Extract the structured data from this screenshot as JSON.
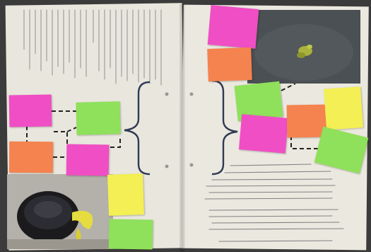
{
  "image": {
    "colors": {
      "background": "#3b3b3b",
      "page": "#e9e6dd",
      "ink": "#3a3a44",
      "note_magenta": "#f04ec4",
      "note_green": "#8fe05a",
      "note_orange": "#f5834f",
      "note_yellow": "#f3ef54"
    },
    "notes": [
      {
        "id": "left-magenta-1",
        "color": "magenta"
      },
      {
        "id": "left-green-1",
        "color": "green"
      },
      {
        "id": "left-orange-1",
        "color": "orange"
      },
      {
        "id": "left-magenta-2",
        "color": "magenta"
      },
      {
        "id": "left-yellow-1",
        "color": "yellow"
      },
      {
        "id": "left-green-2",
        "color": "green"
      },
      {
        "id": "right-magenta-1",
        "color": "magenta"
      },
      {
        "id": "right-orange-1",
        "color": "orange"
      },
      {
        "id": "right-green-1",
        "color": "green"
      },
      {
        "id": "right-magenta-2",
        "color": "magenta"
      },
      {
        "id": "right-orange-2",
        "color": "orange"
      },
      {
        "id": "right-yellow-1",
        "color": "yellow"
      },
      {
        "id": "right-green-2",
        "color": "green"
      }
    ]
  }
}
